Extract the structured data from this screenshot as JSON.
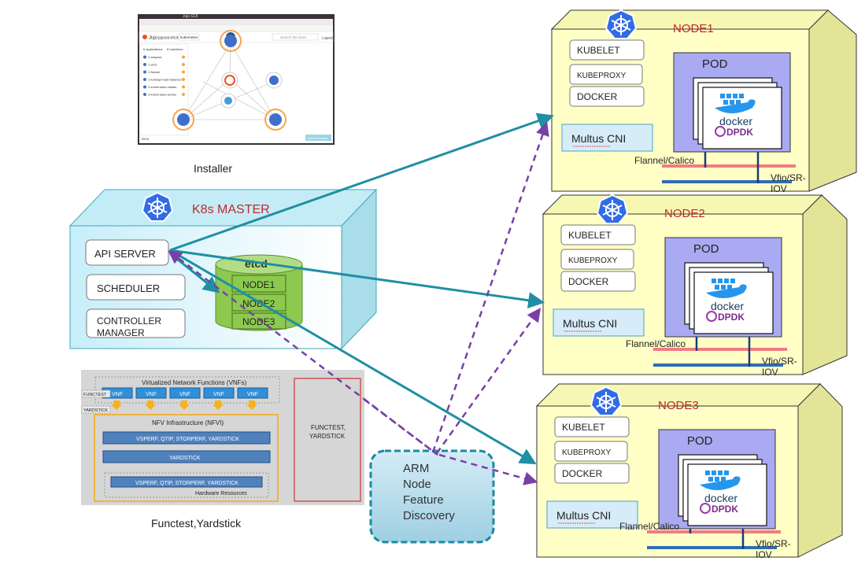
{
  "installer": {
    "label": "Installer",
    "screenshot": {
      "browser_title": "Juju GUI",
      "app_name": "Juju",
      "user": "jayson-lecin",
      "model": "kubernetes",
      "search_placeholder": "Search the store",
      "logout": "Logout",
      "tabs": [
        "6 applications",
        "8 machines"
      ],
      "apps": [
        "1 easyrsa",
        "1 etcd",
        "1 flannel",
        "1 kubeapi-load-balancer",
        "2 kubernetes-master",
        "3 kubernetes-worker"
      ],
      "footer_left": "Beta",
      "footer_button": "Commit changes"
    }
  },
  "master": {
    "title": "K8s MASTER",
    "components": [
      "API SERVER",
      "SCHEDULER",
      "CONTROLLER MANAGER"
    ],
    "etcd": {
      "label": "etcd",
      "rows": [
        "NODE1",
        "NODE2",
        "NODE3"
      ]
    }
  },
  "nodes": [
    {
      "title": "NODE1",
      "components": [
        "KUBELET",
        "KUBEPROXY",
        "DOCKER"
      ],
      "cni": "Multus CNI",
      "pod": "POD",
      "docker_text": "docker",
      "dpdk_text": "DPDK",
      "net1": "Flannel/Calico",
      "net2": "Vfio/SR-IOV"
    },
    {
      "title": "NODE2",
      "components": [
        "KUBELET",
        "KUBEPROXY",
        "DOCKER"
      ],
      "cni": "Multus CNI",
      "pod": "POD",
      "docker_text": "docker",
      "dpdk_text": "DPDK",
      "net1": "Flannel/Calico",
      "net2": "Vfio/SR-IOV"
    },
    {
      "title": "NODE3",
      "components": [
        "KUBELET",
        "KUBEPROXY",
        "DOCKER"
      ],
      "cni": "Multus CNI",
      "pod": "POD",
      "docker_text": "docker",
      "dpdk_text": "DPDK",
      "net1": "Flannel/Calico",
      "net2": "Vfio/SR-IOV"
    }
  ],
  "testing": {
    "label": "Functest,Yardstick",
    "vnf_header": "Virtualized Network Functions (VNFs)",
    "vnf_label": "VNF",
    "vnf_count": 5,
    "functest_tag": "FUNCTEST",
    "yardstick_tag": "YARDSTICK",
    "nfvi_header": "NFV Infrastructure (NFVI)",
    "bar1": "VSPERF, QTIP, STORPERF, YARDSTICK",
    "bar2": "YARDSTICK",
    "bar3": "VSPERF, QTIP, STORPERF, YARDSTICK",
    "hw_label": "Hardware Resources",
    "side_box": "FUNCTEST, YARDSTICK"
  },
  "arm": {
    "lines": [
      "ARM",
      "Node",
      "Feature",
      "Discovery"
    ]
  },
  "colors": {
    "teal_arrow": "#1f8fa3",
    "purple_dash": "#7a3fa6",
    "node_fill": "#ffffc6",
    "master_fill": "#d6f4fb",
    "pod_fill": "#aaaaf2",
    "cni_fill": "#d6edf9",
    "etcd_fill": "#8cc94e",
    "net_red": "#f07c80",
    "net_blue": "#2f6db3",
    "k8s_blue": "#326ce5",
    "title_red": "#c0282d"
  }
}
